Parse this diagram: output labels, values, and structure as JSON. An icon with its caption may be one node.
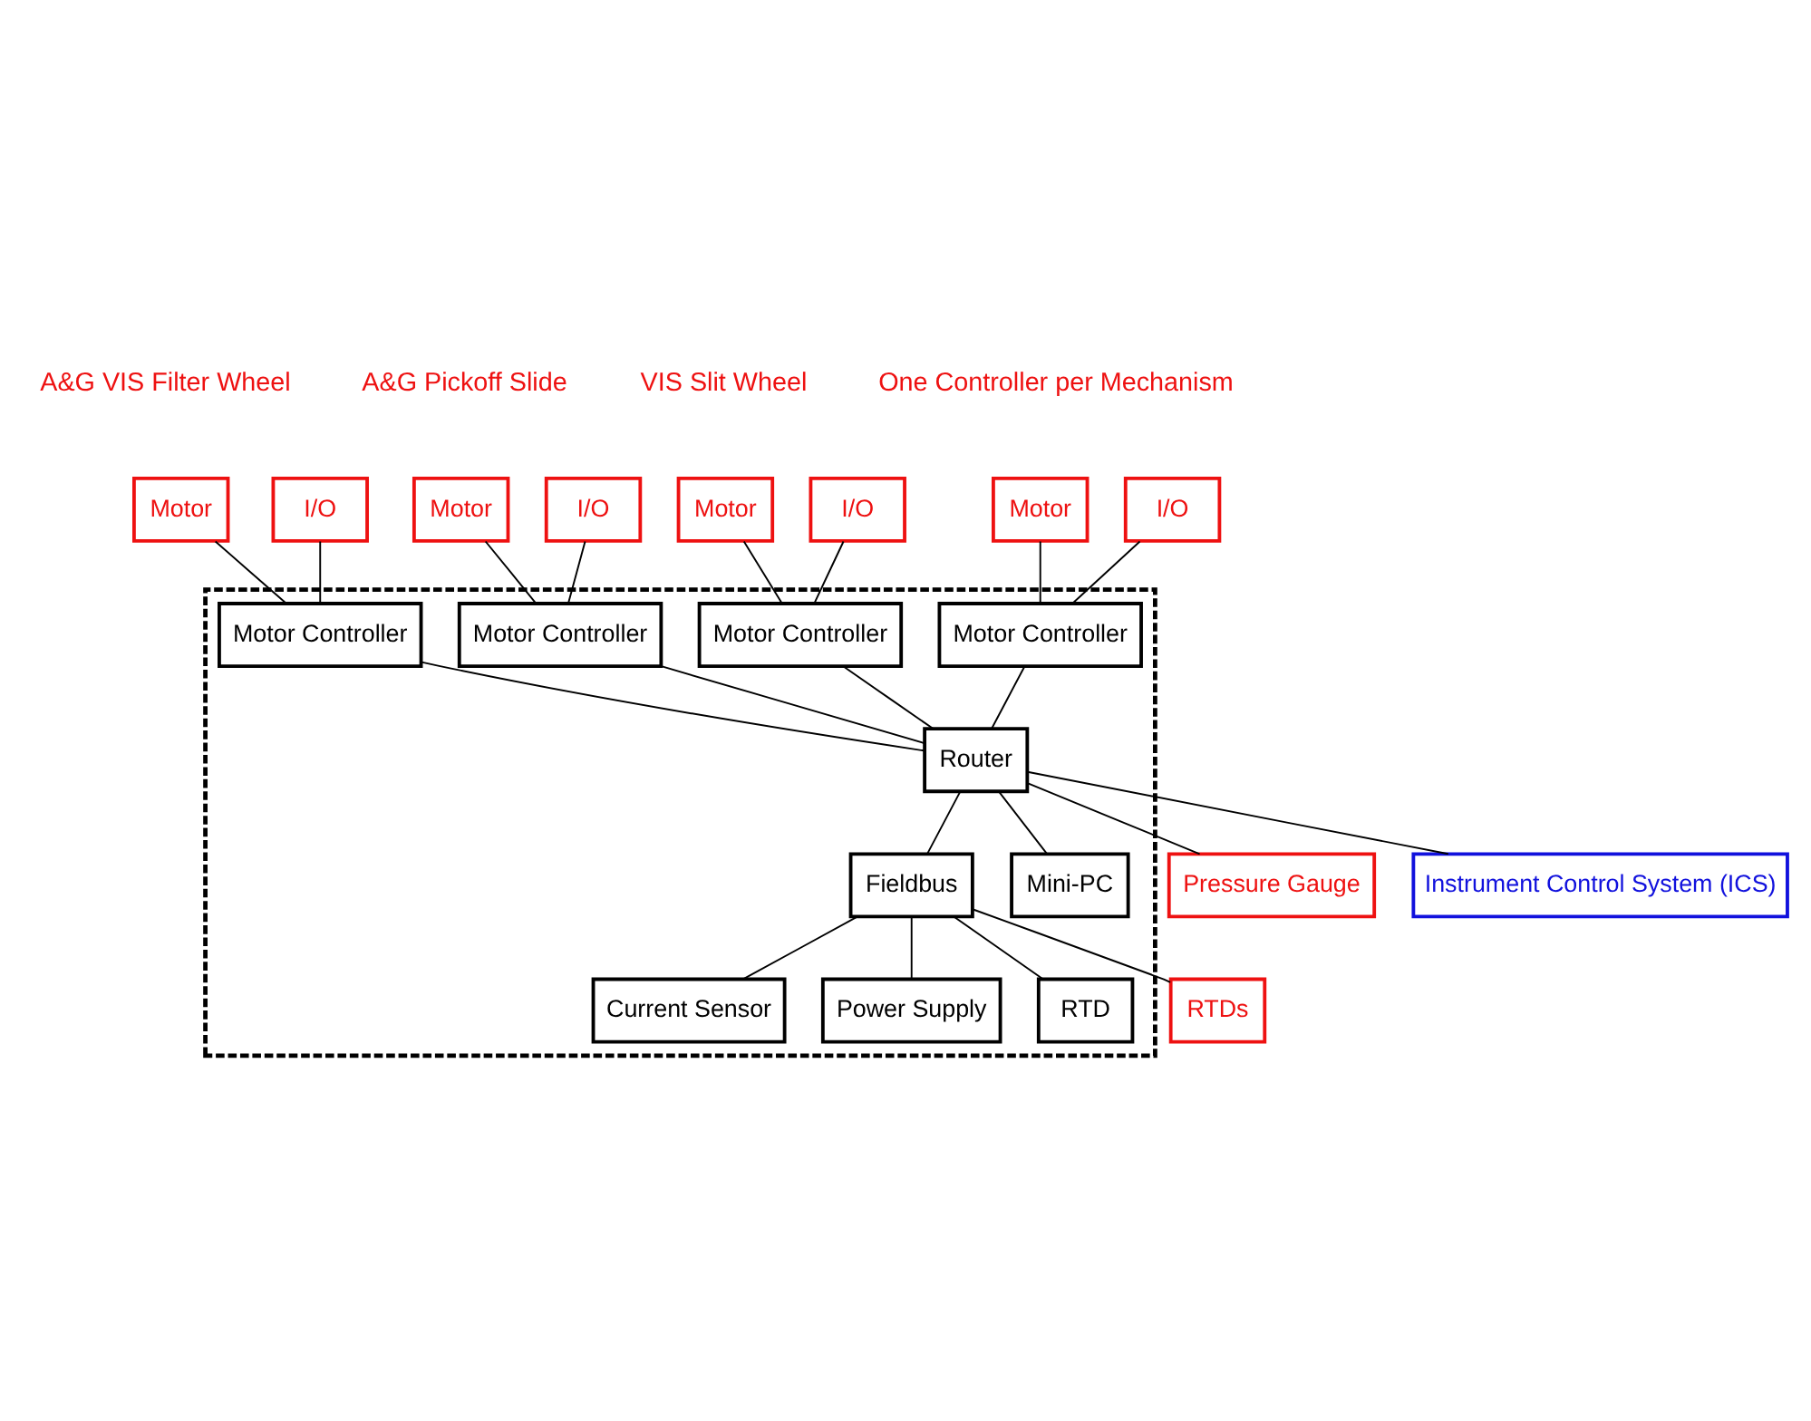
{
  "diagram": {
    "nodes": [
      {
        "text": [
          "Motor"
        ]
      },
      {
        "text": [
          "I/O"
        ]
      },
      {
        "text": [
          "Motor"
        ]
      },
      {
        "text": [
          "I/O"
        ]
      },
      {
        "text": [
          "Motor"
        ]
      },
      {
        "text": [
          "I/O"
        ]
      },
      {
        "text": [
          "Motor"
        ]
      },
      {
        "text": [
          "I/O"
        ]
      },
      {
        "text": [],
        "shape": "box"
      },
      {
        "text": [
          "Motor Controller"
        ],
        "in": 8
      },
      {
        "text": [
          "Motor Controller"
        ],
        "in": 8
      },
      {
        "text": [
          "Motor Controller"
        ],
        "in": 8
      },
      {
        "text": [
          "Motor Controller"
        ],
        "in": 8
      },
      {
        "text": [
          "Router"
        ],
        "in": 8
      },
      {
        "text": [
          "Fieldbus"
        ],
        "in": 8
      },
      {
        "text": [
          "Pressure Gauge"
        ]
      },
      {
        "text": [
          "RTDs"
        ]
      },
      {
        "text": [
          "RTD"
        ],
        "in": 8
      },
      {
        "text": [
          "Current Sensor"
        ],
        "in": 8
      },
      {
        "text": [
          "Mini-PC"
        ],
        "in": 8
      },
      {
        "text": [
          "Power Supply"
        ],
        "in": 8
      },
      {
        "text": [
          "Instrument Control System (ICS)"
        ]
      }
    ],
    "edges": [
      {
        "from": 0,
        "to": 9,
        "arrow": "none"
      },
      {
        "from": 1,
        "to": 9,
        "arrow": "none"
      },
      {
        "from": 2,
        "to": 10,
        "arrow": "none"
      },
      {
        "from": 3,
        "to": 10,
        "arrow": "none"
      },
      {
        "from": 4,
        "to": 11,
        "arrow": "none"
      },
      {
        "from": 5,
        "to": 11,
        "arrow": "none"
      },
      {
        "from": 6,
        "to": 12,
        "arrow": "none"
      },
      {
        "from": 7,
        "to": 12,
        "arrow": "none"
      },
      {
        "from": 9,
        "to": 13,
        "arrow": "none"
      },
      {
        "from": 10,
        "to": 13,
        "arrow": "none"
      },
      {
        "from": 11,
        "to": 13,
        "arrow": "none"
      },
      {
        "from": 12,
        "to": 13,
        "arrow": "none"
      },
      {
        "from": 13,
        "to": 15,
        "arrow": "none"
      },
      {
        "from": 13,
        "to": 14,
        "arrow": "none"
      },
      {
        "from": 14,
        "to": 16,
        "arrow": "none"
      },
      {
        "from": 14,
        "to": 17,
        "arrow": "none"
      },
      {
        "from": 14,
        "to": 18,
        "arrow": "none"
      },
      {
        "from": 14,
        "to": 20,
        "arrow": "none"
      },
      {
        "from": 13,
        "to": 19,
        "arrow": "none"
      },
      {
        "from": 13,
        "to": 21,
        "arrow": "none"
      }
    ],
    "labels": [
      "A&G Pickoff Slide",
      "A&G VIS Filter Wheel",
      "VIS Slit Wheel",
      "One Controller per Mechanism"
    ]
  }
}
